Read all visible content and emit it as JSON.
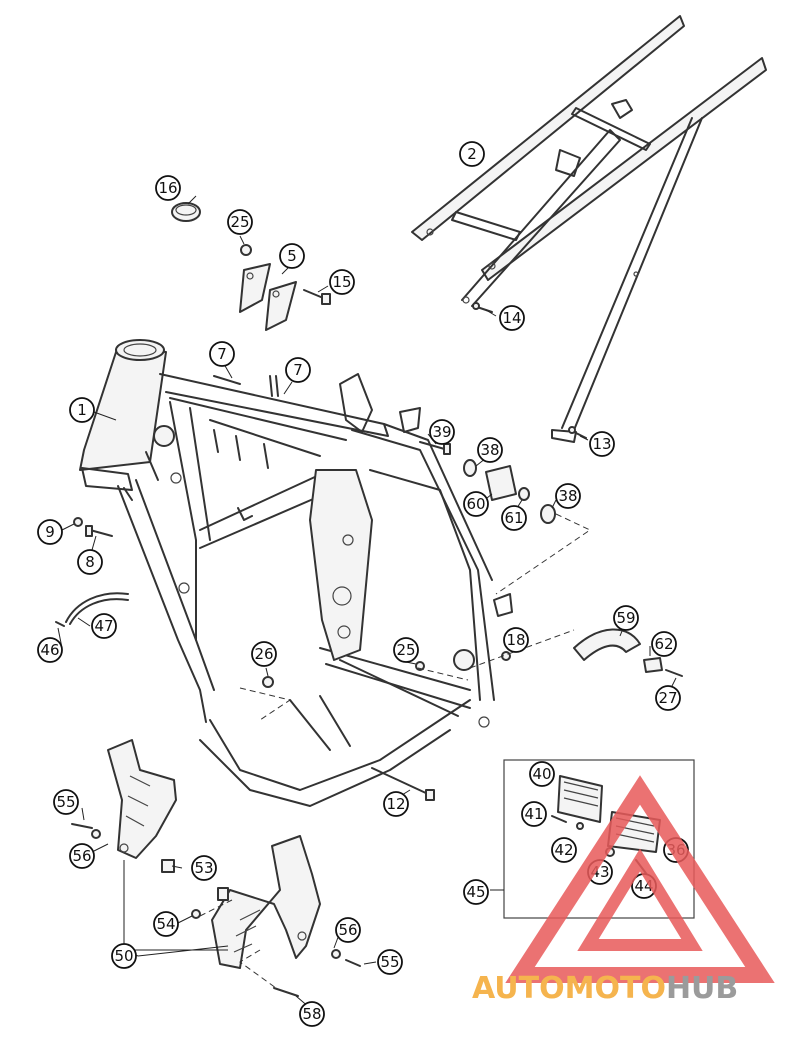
{
  "callouts": [
    "1",
    "2",
    "5",
    "7",
    "7",
    "8",
    "9",
    "12",
    "13",
    "14",
    "15",
    "16",
    "18",
    "25",
    "25",
    "26",
    "27",
    "36",
    "38",
    "38",
    "39",
    "40",
    "41",
    "42",
    "43",
    "44",
    "45",
    "46",
    "47",
    "50",
    "53",
    "54",
    "55",
    "55",
    "56",
    "56",
    "58",
    "59",
    "60",
    "61",
    "62"
  ],
  "watermark": {
    "part1": "AUTOMOTO",
    "part2": "HUB",
    "color_main": "#f4a830",
    "color_accent": "#e85a5a",
    "color_hub": "#8a8a8a"
  }
}
